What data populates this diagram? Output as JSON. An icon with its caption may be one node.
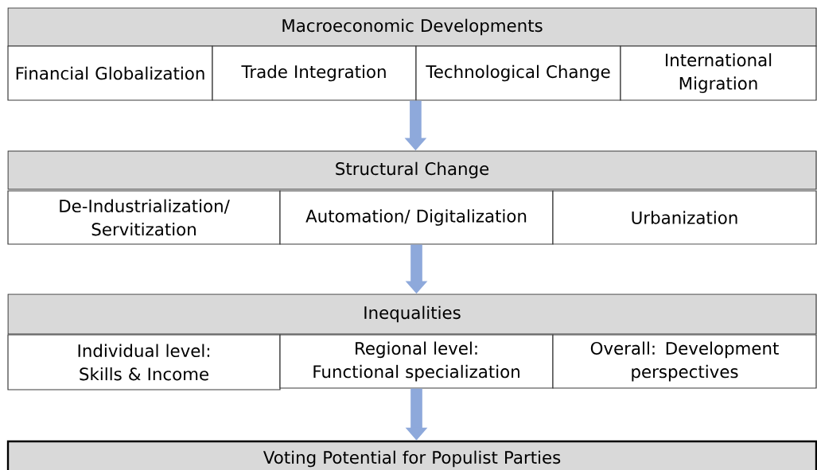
{
  "diagram": {
    "nodes": [
      {
        "text": [
          "Macroeconomic Developments"
        ]
      },
      {
        "text": [
          "Financial Globalization"
        ]
      },
      {
        "text": [
          "Trade Integration"
        ]
      },
      {
        "text": [
          "Technological Change"
        ]
      },
      {
        "text": [
          "International Migration"
        ]
      },
      {
        "text": [
          "Structural Change"
        ]
      },
      {
        "text": [
          "De-Industrialization/ Servitization"
        ]
      },
      {
        "text": [
          "Automation/ Digitalization"
        ]
      },
      {
        "text": [
          "Urbanization"
        ]
      },
      {
        "text": [
          "Inequalities"
        ]
      },
      {
        "text": [
          "Individual level: Skills & Income"
        ]
      },
      {
        "text": [
          "Regional level: Functional specialization"
        ]
      },
      {
        "text": [
          "Overall: Development perspectives"
        ]
      },
      {
        "text": [
          "Voting Potential for Populist Parties"
        ]
      }
    ],
    "edges": [
      {
        "from": 3,
        "to": 5,
        "arrow": "to"
      },
      {
        "from": 7,
        "to": 9,
        "arrow": "to"
      },
      {
        "from": 11,
        "to": 13,
        "arrow": "to"
      }
    ]
  }
}
